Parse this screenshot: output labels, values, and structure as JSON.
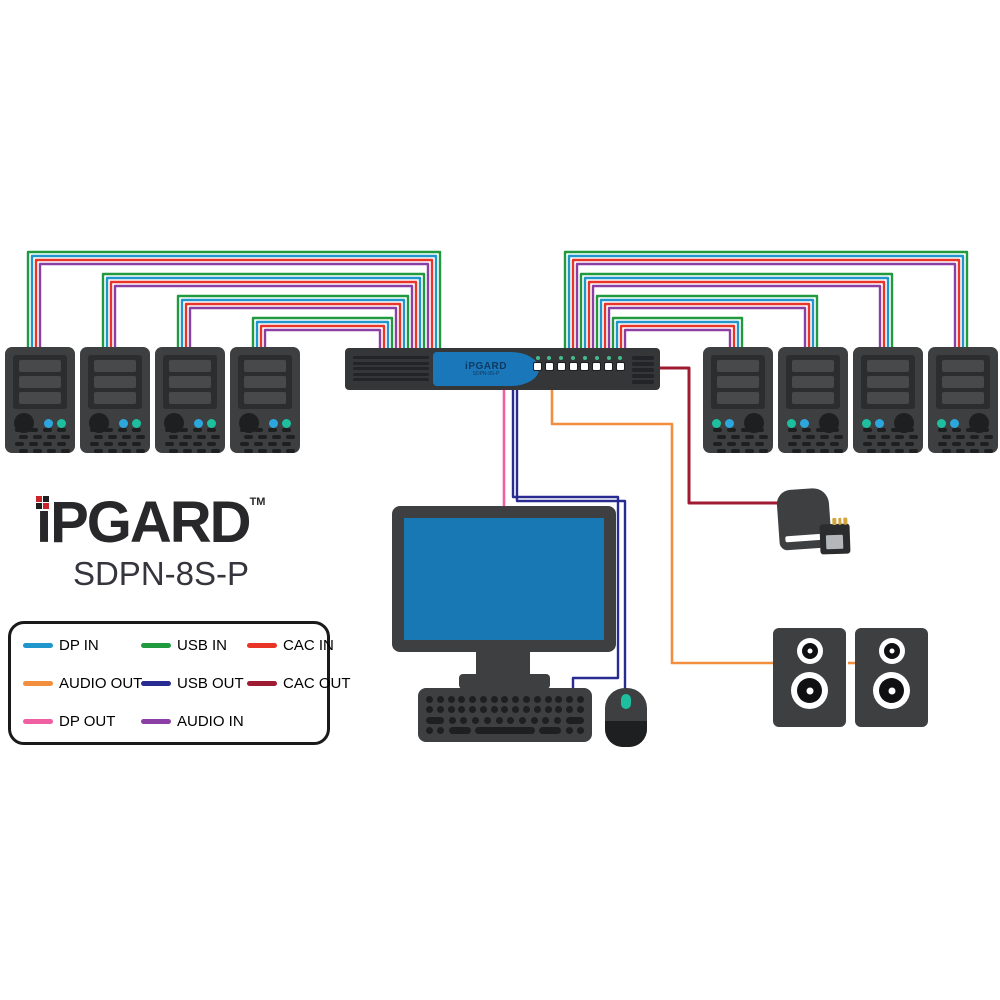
{
  "logo": {
    "brand": "iPGARD",
    "trademark": "TM",
    "model": "SDPN-8S-P"
  },
  "kvm_switch": {
    "front_label": "iPGARD",
    "front_sublabel": "SDPN-8S-P",
    "port_count": 8,
    "button_color": "#ffffff",
    "led_color": "#44bc8c"
  },
  "legend": {
    "items": [
      {
        "id": "dp_in",
        "label": "DP IN",
        "color": "#2096cc"
      },
      {
        "id": "usb_in",
        "label": "USB IN",
        "color": "#20993f"
      },
      {
        "id": "cac_in",
        "label": "CAC IN",
        "color": "#e93428"
      },
      {
        "id": "audio_out",
        "label": "AUDIO OUT",
        "color": "#f28f3f"
      },
      {
        "id": "usb_out",
        "label": "USB OUT",
        "color": "#282b8f"
      },
      {
        "id": "cac_out",
        "label": "CAC OUT",
        "color": "#9e1b32"
      },
      {
        "id": "dp_out",
        "label": "DP OUT",
        "color": "#ef5fa2"
      },
      {
        "id": "audio_in",
        "label": "AUDIO IN",
        "color": "#8a3fa5"
      }
    ]
  },
  "computers": {
    "left_count": 4,
    "right_count": 4,
    "bundle": [
      "usb_in",
      "dp_in",
      "cac_in",
      "audio_in"
    ]
  },
  "peripheral_links": [
    {
      "cable": "dp_out",
      "to": "monitor"
    },
    {
      "cable": "usb_out",
      "to": "keyboard"
    },
    {
      "cable": "usb_out",
      "to": "mouse"
    },
    {
      "cable": "audio_out",
      "to": "speakers"
    },
    {
      "cable": "audio_out",
      "to": "speaker-link"
    },
    {
      "cable": "cac_out",
      "to": "cac-reader"
    }
  ]
}
